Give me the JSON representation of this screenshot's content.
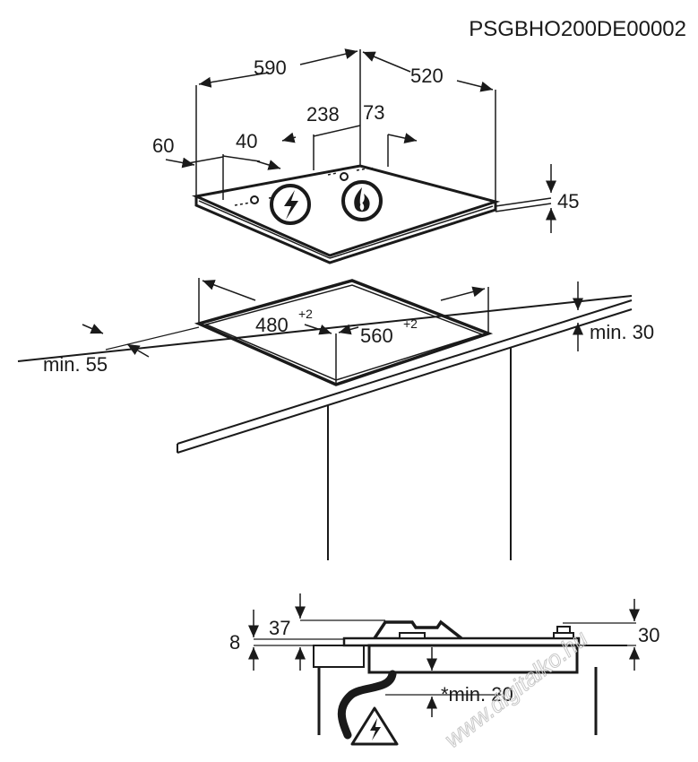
{
  "document_code": "PSGBHO200DE00002",
  "top_view": {
    "width": "590",
    "depth": "520",
    "offset_238": "238",
    "offset_73": "73",
    "offset_60": "60",
    "offset_40": "40",
    "height_45": "45"
  },
  "cutout": {
    "depth": "480",
    "depth_tolerance": "+2",
    "width": "560",
    "width_tolerance": "+2",
    "min_front": "min. 55",
    "min_back": "min. 30"
  },
  "side_view": {
    "dim_8": "8",
    "dim_37": "37",
    "dim_30": "30",
    "min_below": "*min. 20"
  },
  "icons": {
    "electric": "lightning-icon",
    "gas": "flame-icon",
    "warning": "electric-warning-icon"
  },
  "watermark": "www.digitalko.hu"
}
